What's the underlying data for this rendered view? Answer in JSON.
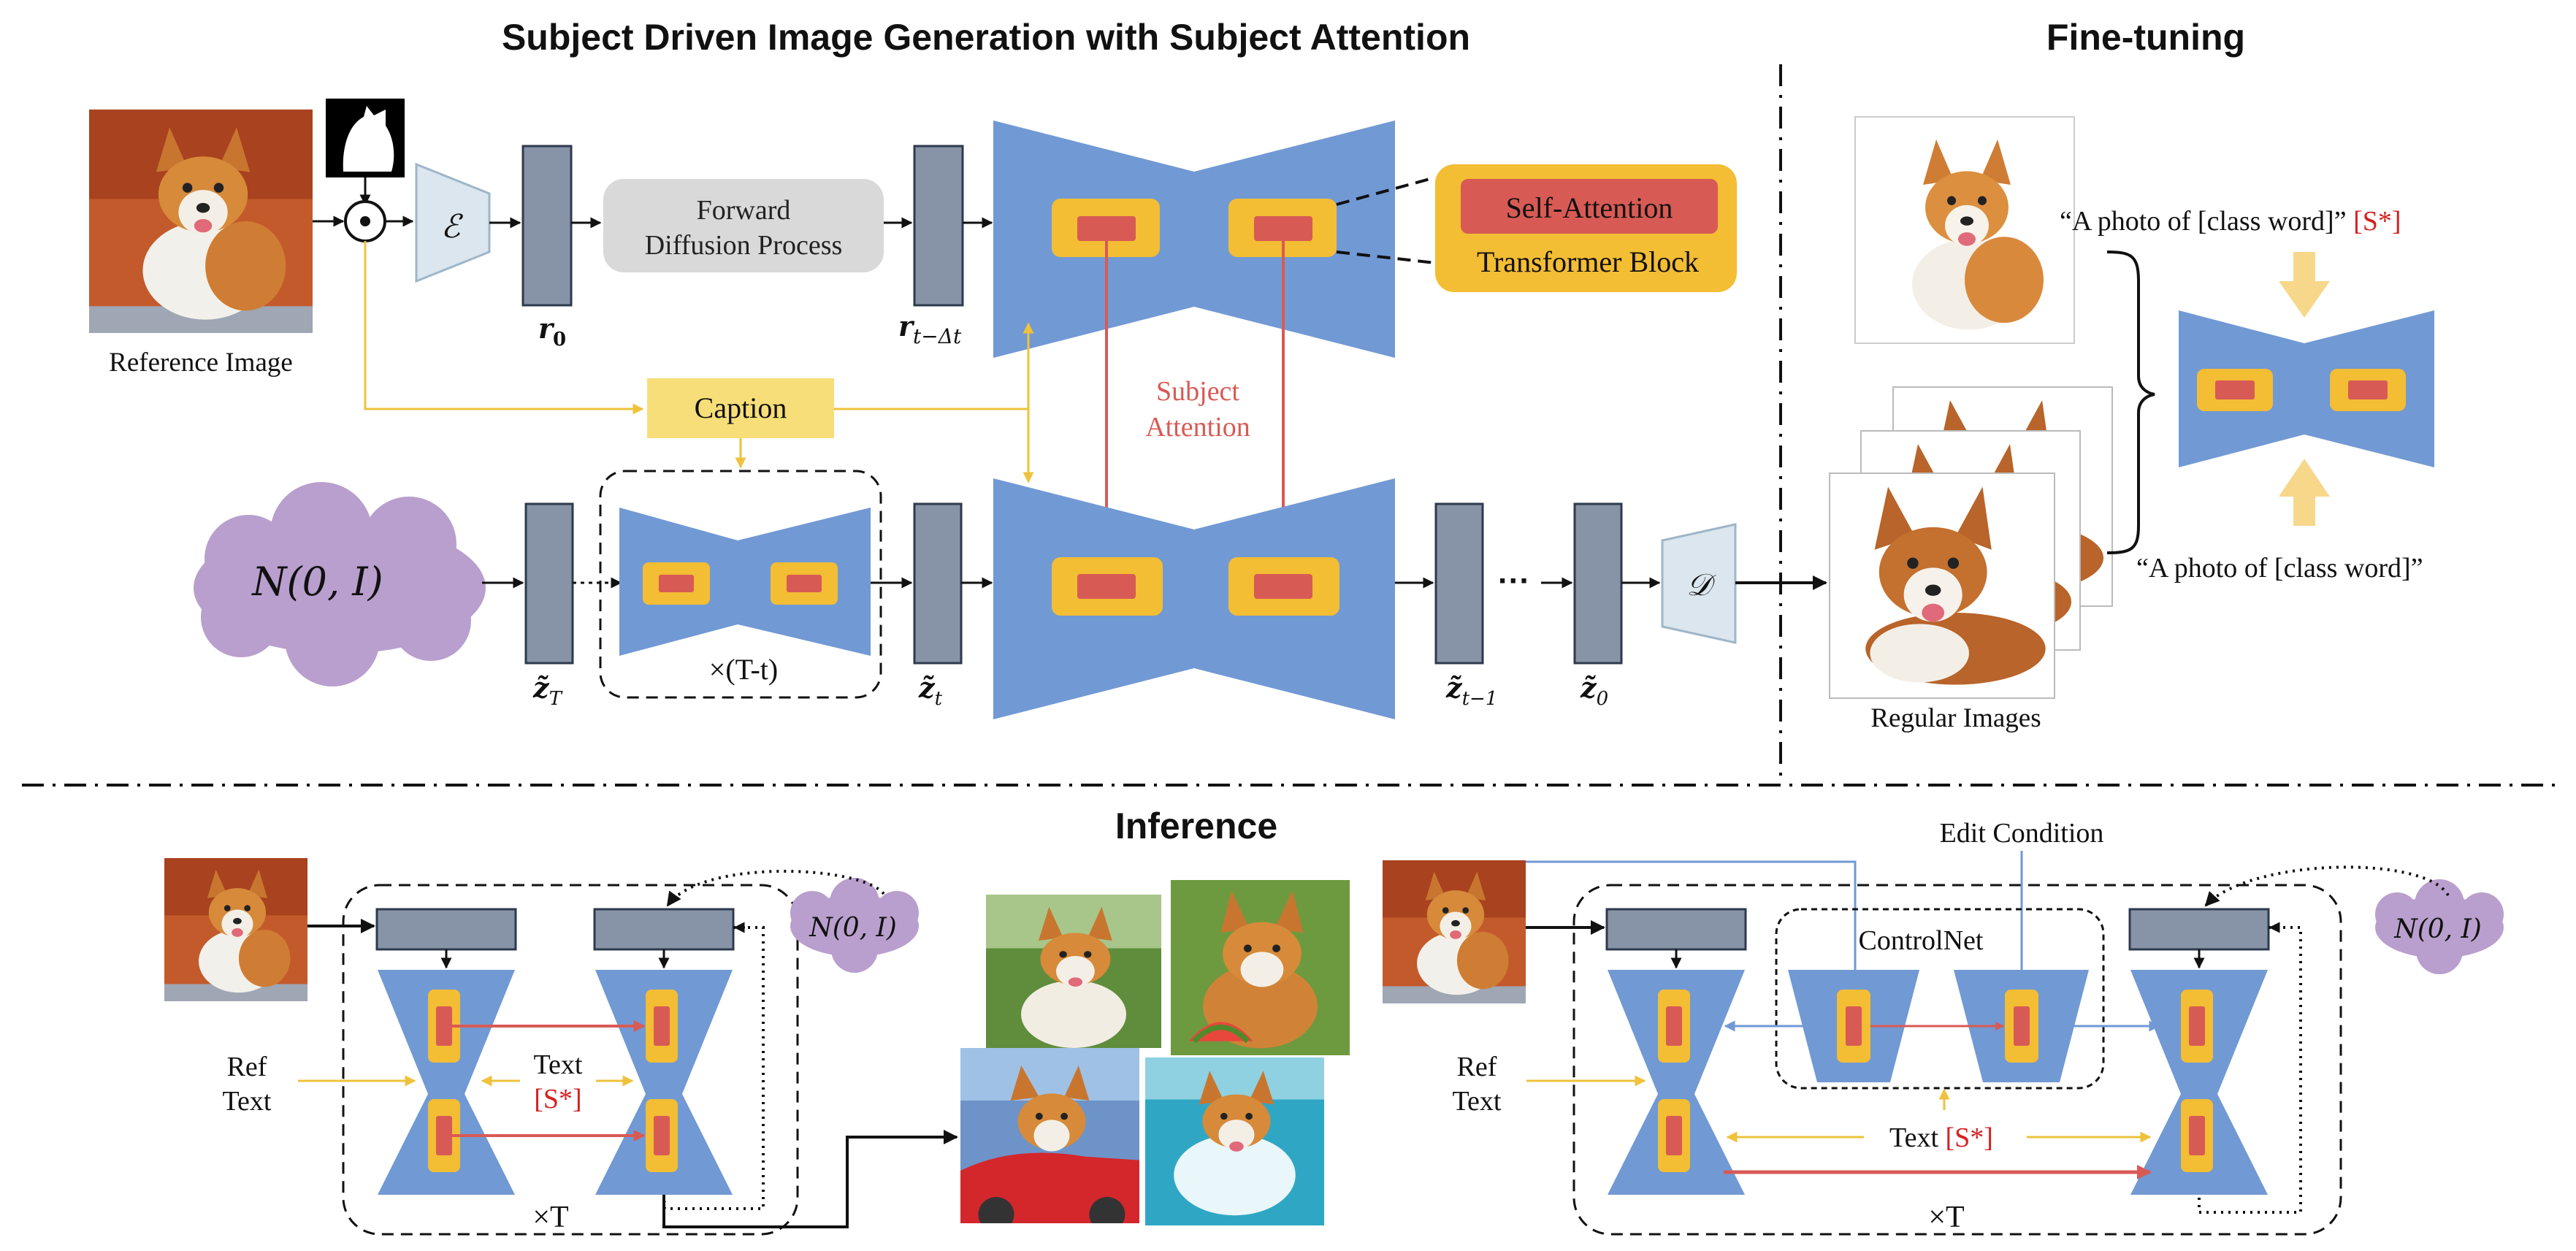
{
  "titles": {
    "main": "Subject Driven Image Generation with Subject Attention",
    "finetune": "Fine-tuning",
    "inference": "Inference"
  },
  "top": {
    "reference_image": "Reference Image",
    "encoder_symbol": "ℰ",
    "decoder_symbol": "𝒟",
    "forward_line1": "Forward",
    "forward_line2": "Diffusion Process",
    "r0": "r",
    "r0_sub": "0",
    "rt": "r",
    "rt_sub": "t−Δt",
    "self_attention": "Self-Attention",
    "transformer_block": "Transformer Block",
    "caption": "Caption",
    "subject_line1": "Subject",
    "subject_line2": "Attention",
    "noise": "N(0, I)",
    "times_T_t": "×(T-t)",
    "zT_sub": "T",
    "zt_sub": "t",
    "zt1_sub": "t−1",
    "z0_sub": "0",
    "z_char": "z̃",
    "ellipsis": "···",
    "regular_images": "Regular Images"
  },
  "finetune": {
    "prompt_top_text": "“A photo of [class word]”",
    "prompt_top_token": "[S*]",
    "prompt_bottom": "“A photo of [class word]”"
  },
  "inference": {
    "noise": "N(0, I)",
    "ref_line1": "Ref",
    "ref_line2": "Text",
    "text_label": "Text",
    "token": "[S*]",
    "times_T": "×T",
    "edit_condition": "Edit Condition",
    "controlnet": "ControlNet"
  },
  "colors": {
    "unet_blue": "#7199d4",
    "block_yellow": "#f3bd34",
    "attn_red": "#d85a55",
    "feature_gray": "#8793a6",
    "noise_purple": "#b99fcd",
    "caption_yellow": "#f7de78",
    "arrow_yellow": "#efc23c",
    "arrow_blue": "#7199d4",
    "arrow_red": "#d85a55",
    "encoder_fill": "#dbe6ee",
    "forward_gray": "#d9d9d9"
  },
  "icons": [
    "corgi-photo",
    "mask-icon",
    "multiply-circle-icon"
  ]
}
